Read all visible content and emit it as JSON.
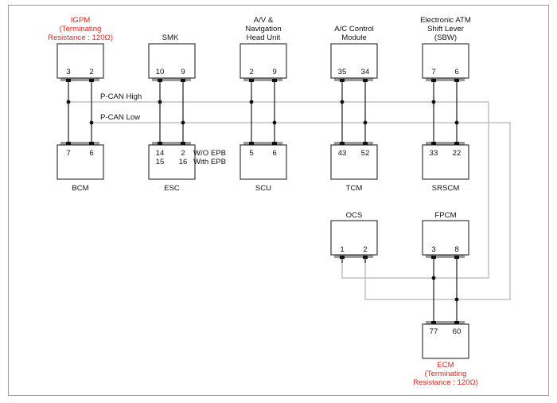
{
  "buses": {
    "high": "P-CAN High",
    "low": "P-CAN Low"
  },
  "connectors": {
    "igpm": {
      "title": [
        "IGPM",
        "(Terminating",
        "Resistance : 120Ω)"
      ],
      "pins": [
        "3",
        "2"
      ],
      "title_color": "#e8241c"
    },
    "smk": {
      "title": [
        "SMK"
      ],
      "pins": [
        "10",
        "9"
      ]
    },
    "navi": {
      "title": [
        "A/V &",
        "Navigation",
        "Head Unit"
      ],
      "pins": [
        "2",
        "9"
      ]
    },
    "acm": {
      "title": [
        "A/C Control",
        "Module"
      ],
      "pins": [
        "35",
        "34"
      ]
    },
    "sbw": {
      "title": [
        "Electronic ATM",
        "Shift Lever",
        "(SBW)"
      ],
      "pins": [
        "7",
        "6"
      ]
    },
    "bcm": {
      "title": [
        "BCM"
      ],
      "pins": [
        "7",
        "6"
      ]
    },
    "esc": {
      "title": [
        "ESC"
      ],
      "pins": [
        "14",
        "2"
      ],
      "pins2": [
        "15",
        "16"
      ],
      "notes": [
        "W/O EPB",
        "With EPB"
      ]
    },
    "scu": {
      "title": [
        "SCU"
      ],
      "pins": [
        "5",
        "6"
      ]
    },
    "tcm": {
      "title": [
        "TCM"
      ],
      "pins": [
        "43",
        "52"
      ]
    },
    "srscm": {
      "title": [
        "SRSCM"
      ],
      "pins": [
        "33",
        "22"
      ]
    },
    "ocs": {
      "title": [
        "OCS"
      ],
      "pins": [
        "1",
        "2"
      ]
    },
    "fpcm": {
      "title": [
        "FPCM"
      ],
      "pins": [
        "3",
        "8"
      ]
    },
    "ecm": {
      "title": [
        "ECM",
        "(Terminating",
        "Resistance : 120Ω)"
      ],
      "pins": [
        "77",
        "60"
      ],
      "title_color": "#e8241c"
    }
  }
}
